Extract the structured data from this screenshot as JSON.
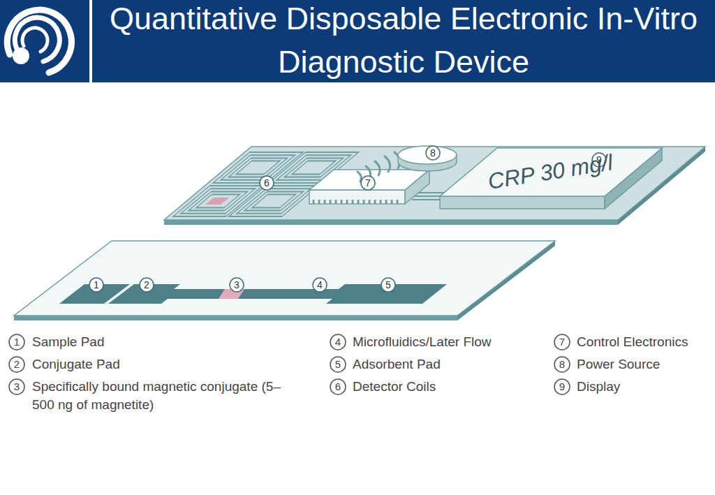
{
  "diagram": {
    "title": "Quantitative Disposable Electronic In-Vitro Diagnostic Device",
    "nodes": [
      {
        "text": [
          "CRP 30 mg/l"
        ]
      }
    ],
    "labels": [
      "1",
      "2",
      "3",
      "4",
      "5",
      "6",
      "7",
      "8",
      "9",
      "1",
      "Sample Pad",
      "2",
      "Conjugate Pad",
      "3",
      "Specifically bound magnetic conjugate (5–500 ng of magnetite)",
      "4",
      "Microfluidics/Later Flow",
      "5",
      "Adsorbent Pad",
      "6",
      "Detector Coils",
      "7",
      "Control Electronics",
      "8",
      "Power Source",
      "9",
      "Display"
    ]
  }
}
